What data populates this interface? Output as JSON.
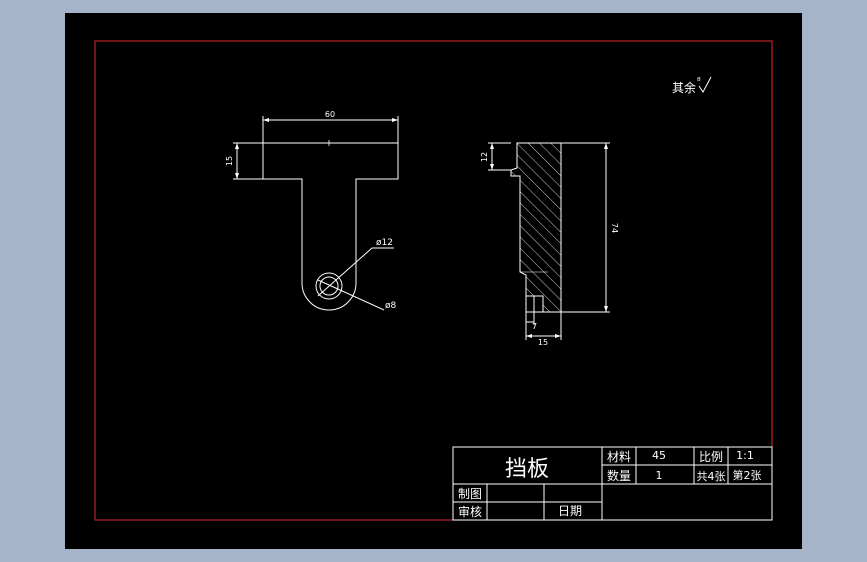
{
  "colors": {
    "background": "#a5b4c9",
    "sheet": "#000000",
    "border": "#e8262a",
    "lines": "#ffffff"
  },
  "drawing": {
    "surface_note": "其余",
    "surface_value": "⁸",
    "front_view": {
      "dim_width": "60",
      "dim_height": "15",
      "dim_outer_dia": "ø12",
      "dim_inner_dia": "ø8"
    },
    "side_view": {
      "dim_top": "12",
      "dim_height": "74",
      "dim_bottom_step": "7",
      "dim_width": "15"
    }
  },
  "title_block": {
    "part_name": "挡板",
    "material_label": "材料",
    "material_value": "45",
    "scale_label": "比例",
    "scale_value": "1:1",
    "quantity_label": "数量",
    "quantity_value": "1",
    "total_sheets": "共4张",
    "sheet_number": "第2张",
    "drawn_by_label": "制图",
    "checked_by_label": "审核",
    "date_label": "日期"
  }
}
